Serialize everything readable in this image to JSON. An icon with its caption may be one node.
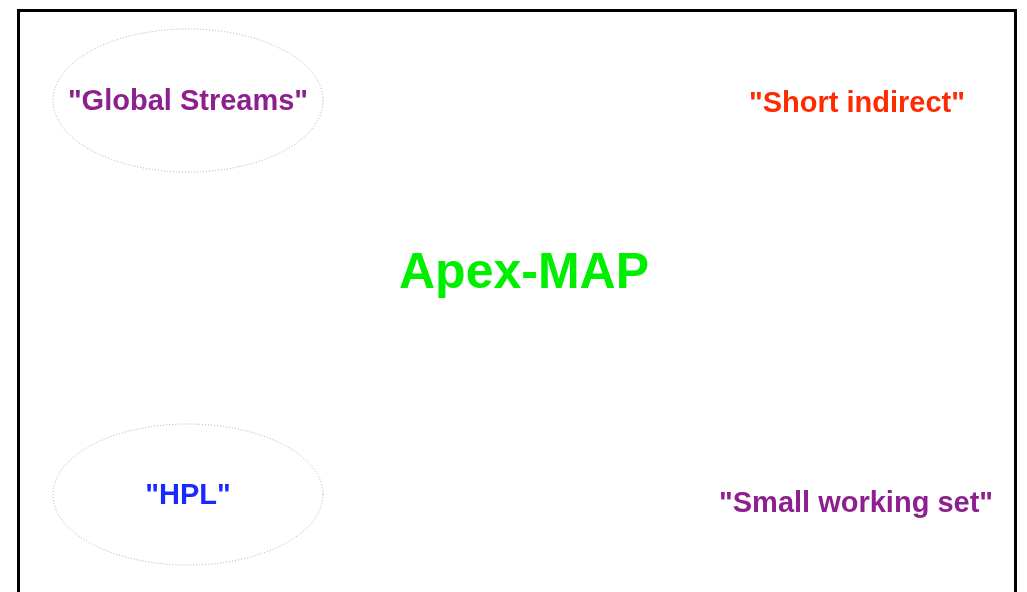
{
  "diagram": {
    "nodes": [
      {
        "text": [
          "\"Global Streams\""
        ]
      },
      {
        "text": [
          "\"HPL\""
        ]
      }
    ],
    "edges": [],
    "labels": [
      "\"Short indirect\"",
      "Apex-MAP",
      "\"Small working set\""
    ]
  }
}
